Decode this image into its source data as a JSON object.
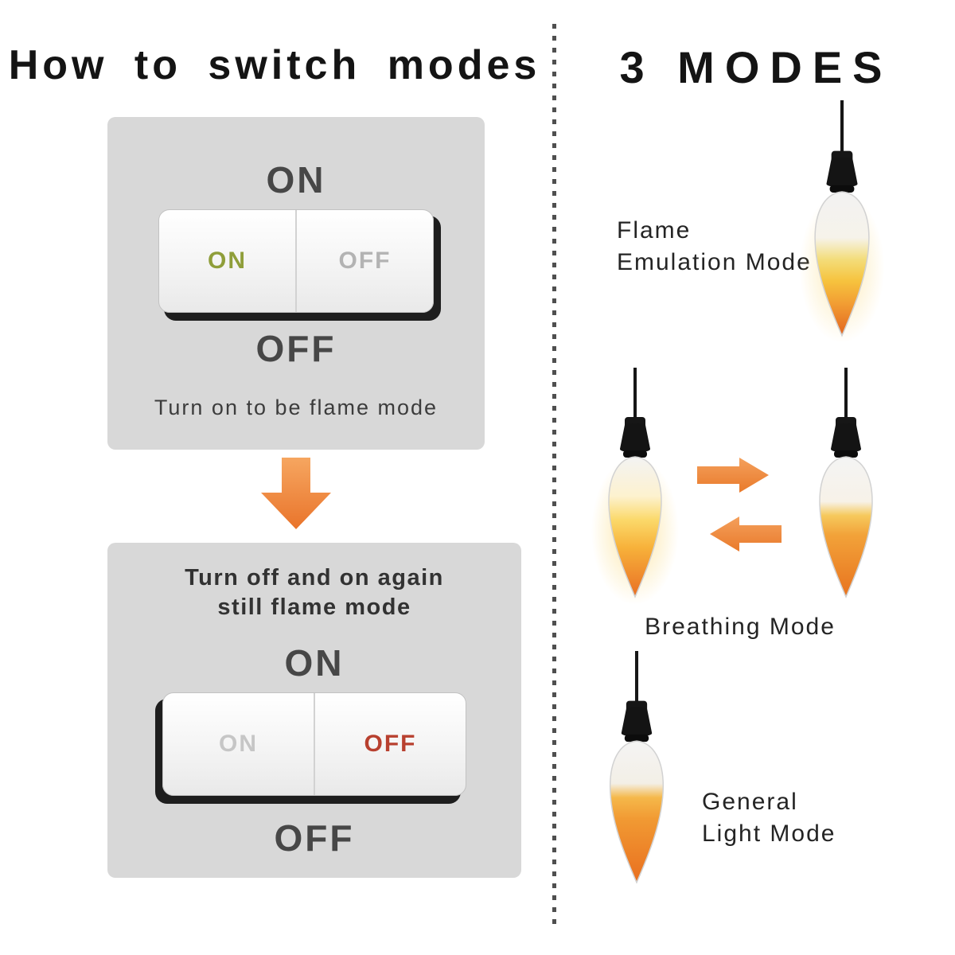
{
  "left": {
    "title": "How to switch modes",
    "panel1": {
      "on_word": "ON",
      "off_word": "OFF",
      "switch": {
        "on_label": "ON",
        "off_label": "OFF"
      },
      "caption": "Turn on to be flame mode"
    },
    "panel2": {
      "caption_line1": "Turn off and on again",
      "caption_line2": "still flame mode",
      "on_word": "ON",
      "off_word": "OFF",
      "switch": {
        "on_label": "ON",
        "off_label": "OFF"
      }
    }
  },
  "right": {
    "title": "3 MODES",
    "modes": [
      {
        "name": "flame-emulation",
        "label_line1": "Flame",
        "label_line2": "Emulation Mode"
      },
      {
        "name": "breathing",
        "label": "Breathing Mode"
      },
      {
        "name": "general-light",
        "label_line1": "General",
        "label_line2": "Light Mode"
      }
    ]
  },
  "colors": {
    "accent_orange": "#ee8a3c",
    "flame_yellow": "#f6c33e",
    "switch_on_green": "#8f9e3a",
    "switch_off_red": "#b8402f",
    "panel_gray": "#d8d8d8",
    "socket_black": "#161616"
  },
  "icons": {
    "down_arrow": "down-arrow-icon",
    "right_arrow": "right-arrow-icon",
    "left_arrow": "left-arrow-icon",
    "bulb": "pendant-candle-bulb-icon"
  }
}
